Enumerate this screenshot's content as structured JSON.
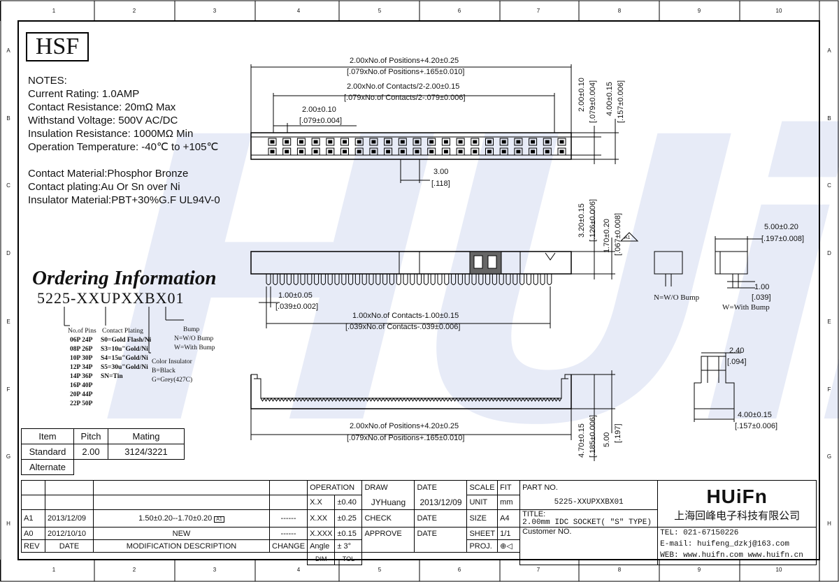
{
  "logo_left": "HSF",
  "notes": {
    "heading": "NOTES:",
    "lines": [
      "Current Rating: 1.0AMP",
      "Contact Resistance: 20mΩ Max",
      "Withstand Voltage: 500V AC/DC",
      "Insulation Resistance: 1000MΩ Min",
      "Operation Temperature: -40℃ to +105℃"
    ],
    "material_lines": [
      "Contact Material:Phosphor Bronze",
      "Contact plating:Au Or Sn over Ni",
      "Insulator Material:PBT+30%G.F UL94V-0"
    ]
  },
  "ordering": {
    "title": "Ordering Information",
    "code": "5225-XXUPXXBX01",
    "no_of_pins_label": "No.of Pins",
    "pins": [
      "06P  24P",
      "08P  26P",
      "10P  30P",
      "12P  34P",
      "14P  36P",
      "16P  40P",
      "20P  44P",
      "22P  50P"
    ],
    "contact_plating_label": "Contact Plating",
    "plating": [
      "S0=Gold Flash/Ni",
      "S3=10u\"Gold/Ni",
      "S4=15u\"Gold/Ni",
      "S5=30u\"Gold/Ni",
      "SN=Tin"
    ],
    "color_label": "Color Insulator",
    "colors": [
      "B=Black",
      "G=Grey(427C)"
    ],
    "bump_label": "Bump",
    "bump": [
      "N=W/O Bump",
      "W=With Bump"
    ]
  },
  "mating_table": {
    "headers": [
      "Item",
      "Pitch",
      "Mating"
    ],
    "rows": [
      [
        "Standard",
        "2.00",
        "3124/3221"
      ],
      [
        "Alternate",
        "",
        ""
      ]
    ]
  },
  "dimensions": {
    "top_overall_1": "2.00xNo.of Positions+4.20±0.25",
    "top_overall_2": "[.079xNo.of Positions+.165±0.010]",
    "contacts_1": "2.00xNo.of Contacts/2-2.00±0.15",
    "contacts_2": "[.079xNo.of Contacts/2-.079±0.006]",
    "pitch_1": "2.00±0.10",
    "pitch_2": "[.079±0.004]",
    "key_1": "3.00",
    "key_2": "[.118]",
    "row_pitch_1": "2.00±0.10",
    "row_pitch_2": "[.079±0.004]",
    "width_1": "4.00±0.15",
    "width_2": "[.157±0.006]",
    "height_a_1": "3.20±0.15",
    "height_a_2": "[.126±0.006]",
    "height_b_1": "1.70±0.20",
    "height_b_2": "[.067±0.008]",
    "side_pitch_1": "1.00±0.05",
    "side_pitch_2": "[.039±0.002]",
    "side_len_1": "1.00xNo.of Contacts-1.00±0.15",
    "side_len_2": "[.039xNo.of Contacts-.039±0.006]",
    "bump_w_1": "5.00±0.20",
    "bump_w_2": "[.197±0.008]",
    "bump_h_1": "1.00",
    "bump_h_2": "[.039]",
    "no_bump": "N=W/O Bump",
    "with_bump": "W=With Bump",
    "end_w_1": "2.40",
    "end_w_2": "[.094]",
    "end_d_1": "4.00±0.15",
    "end_d_2": "[.157±0.006]",
    "bottom_overall_1": "2.00xNo.of Positions+4.20±0.25",
    "bottom_overall_2": "[.079xNo.of Positions+.165±0.010]",
    "bottom_h1_1": "4.70±0.15",
    "bottom_h1_2": "[.185±0.006]",
    "bottom_h2_1": "5.00",
    "bottom_h2_2": "[.197]",
    "rev_mark": "A1"
  },
  "frame": {
    "columns": [
      "1",
      "2",
      "3",
      "4",
      "5",
      "6",
      "7",
      "8",
      "9",
      "10"
    ],
    "rows": [
      "A",
      "B",
      "C",
      "D",
      "E",
      "F",
      "G",
      "H"
    ]
  },
  "title_block": {
    "operation": "OPERATION",
    "tol_rows": [
      [
        "X.X",
        "±0.40"
      ],
      [
        "X.XX",
        "±0.25"
      ],
      [
        "X.XXX",
        "±0.15"
      ],
      [
        "Angle",
        "± 3°"
      ]
    ],
    "dim": "DIM",
    "tol": "TOL",
    "draw": "DRAW",
    "drawer": "JYHuang",
    "check": "CHECK",
    "approve": "APPROVE",
    "date_label": "DATE",
    "draw_date": "2013/12/09",
    "scale": "SCALE",
    "fit": "FIT",
    "unit": "UNIT",
    "unit_val": "mm",
    "size": "SIZE",
    "size_val": "A4",
    "sheet": "SHEET",
    "sheet_val": "1/1",
    "proj": "PROJ.",
    "part_no_label": "PART NO.",
    "part_no": "5225-XXUPXXBX01",
    "title_label": "TITLE:",
    "title": "2.00mm IDC SOCKET( \"S\" TYPE)",
    "customer_label": "Customer NO.",
    "rev": "REV",
    "rev_date": "DATE",
    "mod_desc": "MODIFICATION  DESCRIPTION",
    "change": "CHANGE",
    "revisions": [
      {
        "rev": "A1",
        "date": "2013/12/09",
        "desc": "1.50±0.20--1.70±0.20",
        "mark": "A1",
        "change": "------"
      },
      {
        "rev": "A0",
        "date": "2012/10/10",
        "desc": "NEW",
        "mark": "",
        "change": "------"
      }
    ]
  },
  "company": {
    "logo": "HUiFn",
    "name_cn": "上海回峰电子科技有限公司",
    "tel": "TEL: 021-67150226",
    "email": "E-mail: huifeng_dzkj@163.com",
    "web": "WEB: www.huifn.com  www.huifn.cn"
  },
  "watermark": "HUiFn"
}
